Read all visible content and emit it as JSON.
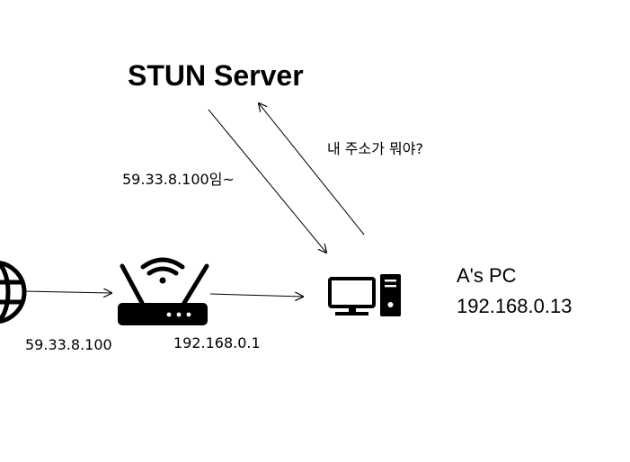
{
  "stun_server": {
    "title": "STUN Server"
  },
  "request": {
    "text": "내 주소가 뭐야?"
  },
  "response": {
    "text": "59.33.8.100임~"
  },
  "pc": {
    "name": "A's PC",
    "ip": "192.168.0.13"
  },
  "internet": {
    "ip": "59.33.8.100"
  },
  "router": {
    "ip": "192.168.0.1"
  },
  "icons": {
    "internet": "globe-icon",
    "router": "wifi-router-icon",
    "pc": "desktop-computer-icon"
  }
}
